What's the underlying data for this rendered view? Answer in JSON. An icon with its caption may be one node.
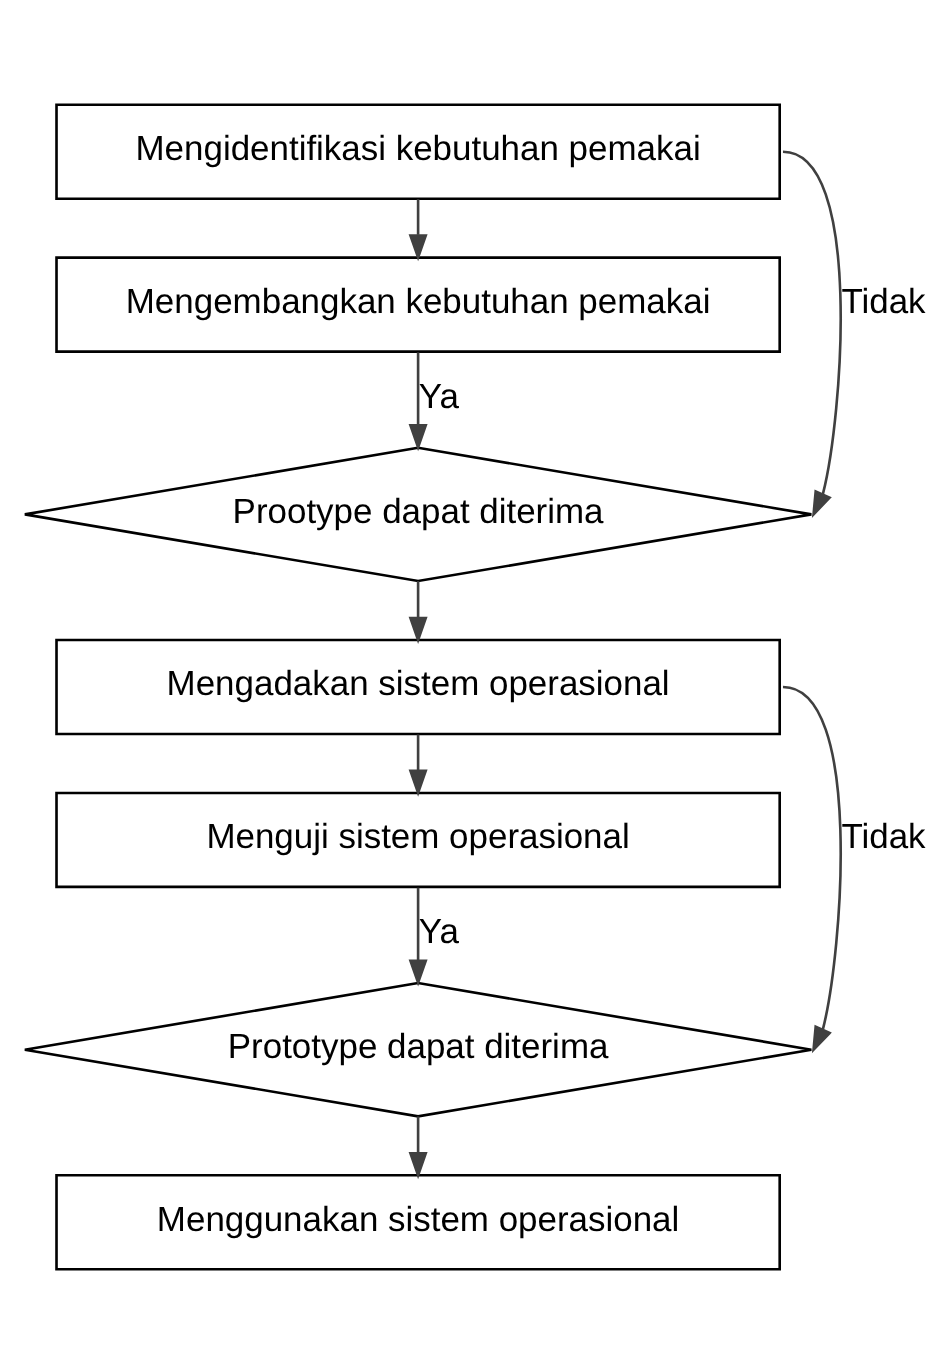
{
  "diagram": {
    "nodes": [
      {
        "text": [
          "Mengidentifikasi kebutuhan pemakai"
        ]
      },
      {
        "text": [
          "Mengembangkan kebutuhan pemakai"
        ]
      },
      {
        "text": [
          "Prootype dapat diterima"
        ]
      },
      {
        "text": [
          "Mengadakan sistem operasional"
        ]
      },
      {
        "text": [
          "Menguji sistem operasional"
        ]
      },
      {
        "text": [
          "Prototype dapat diterima"
        ]
      },
      {
        "text": [
          "Menggunakan sistem operasional"
        ]
      }
    ],
    "edges": [
      {
        "from": 0,
        "to": 1,
        "arrow": "to"
      },
      {
        "from": 1,
        "to": 2,
        "arrow": "to",
        "label": "Ya"
      },
      {
        "from": 0,
        "to": 2,
        "arrow": "to",
        "label": "Tidak"
      },
      {
        "from": 2,
        "to": 3,
        "arrow": "to"
      },
      {
        "from": 3,
        "to": 4,
        "arrow": "to"
      },
      {
        "from": 4,
        "to": 5,
        "arrow": "to",
        "label": "Ya"
      },
      {
        "from": 3,
        "to": 5,
        "arrow": "to",
        "label": "Tidak"
      },
      {
        "from": 5,
        "to": 6,
        "arrow": "to"
      }
    ]
  }
}
